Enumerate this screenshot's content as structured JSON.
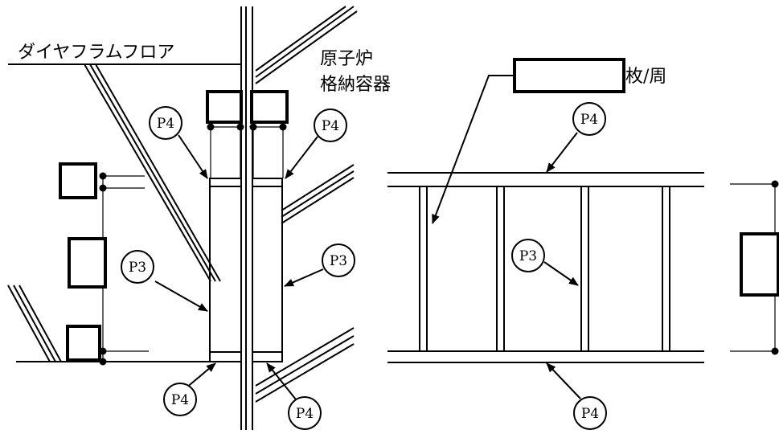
{
  "labels": {
    "floor": "ダイヤフラムフロア",
    "vessel_line1": "原子炉",
    "vessel_line2": "格納容器",
    "unit": "枚/周"
  },
  "callouts": {
    "p4": "P4",
    "p3": "P3"
  }
}
